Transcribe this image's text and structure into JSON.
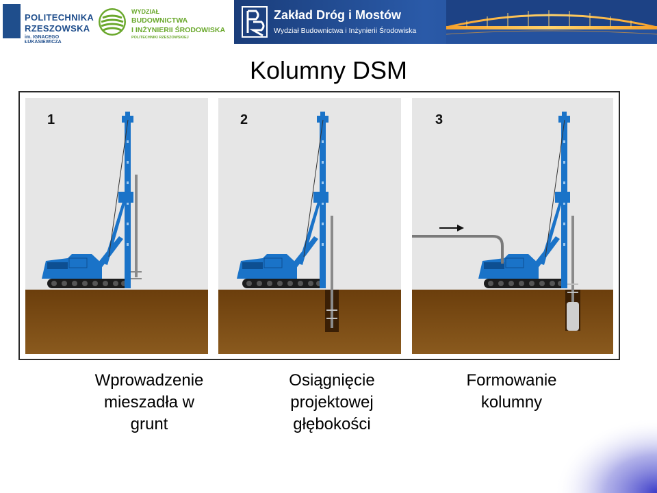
{
  "header": {
    "logo_university": {
      "name_line1": "POLITECHNIKA",
      "name_line2": "RZESZOWSKA",
      "name_line3": "im. IGNACEGO ŁUKASIEWICZA"
    },
    "logo_faculty": {
      "line1": "WYDZIAŁ",
      "line2": "BUDOWNICTWA",
      "line3": "I INŻYNIERII ŚRODOWISKA",
      "line4": "POLITECHNIKI RZESZOWSKIEJ"
    },
    "banner": {
      "title": "Zakład Dróg i Mostów",
      "subtitle": "Wydział Budownictwa i Inżynierii Środowiska"
    }
  },
  "slide": {
    "title": "Kolumny DSM"
  },
  "figure": {
    "panels": [
      {
        "number": "1"
      },
      {
        "number": "2"
      },
      {
        "number": "3"
      }
    ]
  },
  "captions": [
    {
      "lines": [
        "Wprowadzenie",
        "mieszadła w",
        "grunt"
      ]
    },
    {
      "lines": [
        "Osiągnięcie",
        "projektowej",
        "głębokości"
      ]
    },
    {
      "lines": [
        "Formowanie",
        "kolumny"
      ]
    }
  ],
  "colors": {
    "rig_blue": "#1a73c8",
    "soil_brown": "#7a4a12",
    "sky_panel": "#e6e6e6",
    "banner_blue": "#1f4e8c",
    "faculty_green": "#6aa82c"
  }
}
